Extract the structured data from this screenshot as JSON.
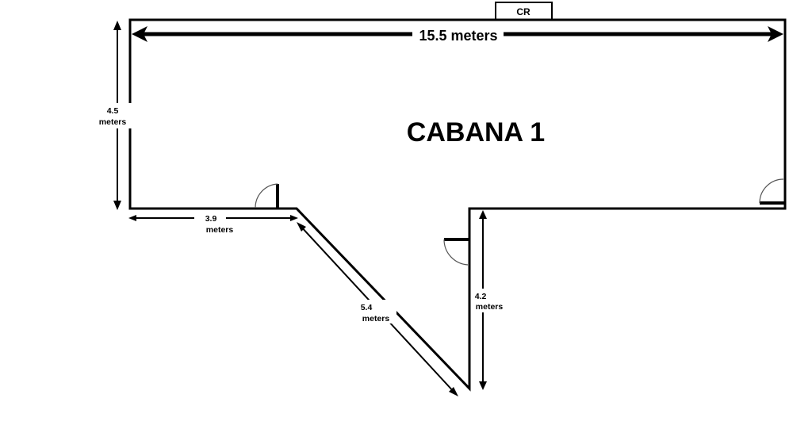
{
  "room": {
    "title": "CABANA 1",
    "annex_label": "CR"
  },
  "dimensions": {
    "top_width": {
      "value": "15.5 meters"
    },
    "left_height": {
      "value": "4.5",
      "unit": "meters"
    },
    "bottom_left": {
      "value": "3.9",
      "unit": "meters"
    },
    "diagonal": {
      "value": "5.4",
      "unit": "meters"
    },
    "right_notch": {
      "value": "4.2",
      "unit": "meters"
    }
  },
  "colors": {
    "wall": "#000000",
    "door_arc": "#555555",
    "background": "#ffffff"
  }
}
